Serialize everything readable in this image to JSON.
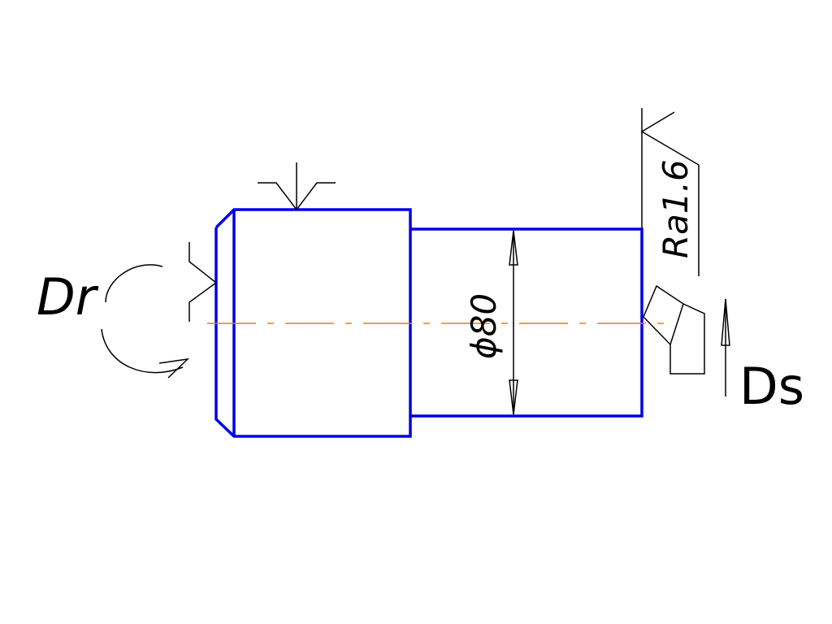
{
  "labels": {
    "rotation": "Dr",
    "feed": "Ds",
    "diameter": "ϕ80",
    "roughness": "Ra1.6"
  },
  "colors": {
    "part": "#0000e6",
    "axis": "#e87b1e",
    "ink": "#000000",
    "background": "#ffffff"
  }
}
